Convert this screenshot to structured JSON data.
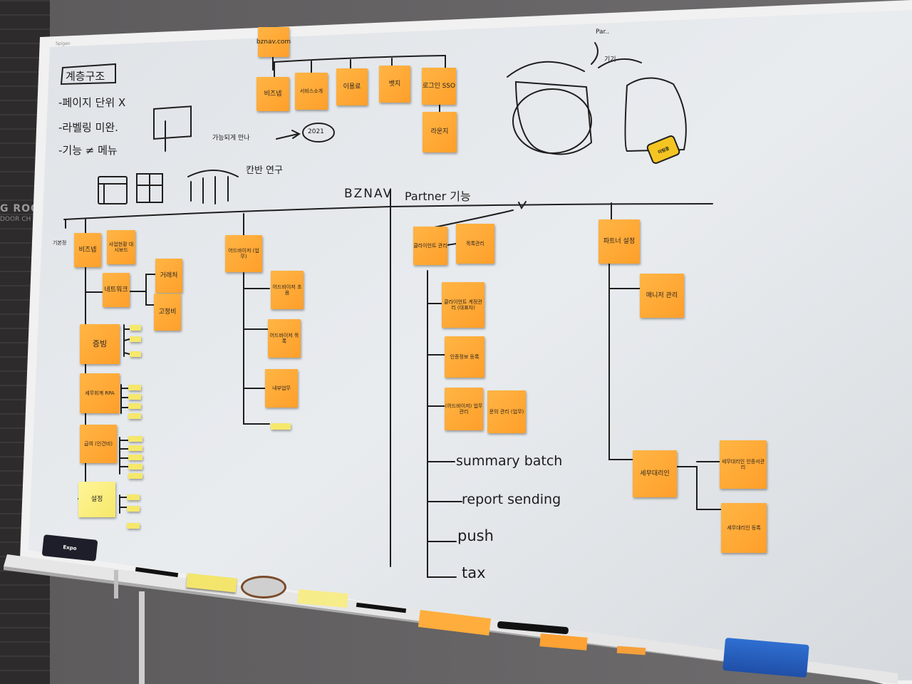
{
  "board": {
    "brand": "Spigen",
    "header_notes": {
      "top": "bznav.com",
      "row": [
        "비즈넵",
        "서비스소개",
        "이용료",
        "뱃지",
        "로그인 SSO"
      ],
      "below": "라운지"
    },
    "left_memo": {
      "title": "계층구조",
      "lines": [
        "-페이지 단위 X",
        "-라벨링 미완.",
        "-기능 ≠ 메뉴"
      ]
    },
    "mid_memo": {
      "text": "가능되게 만나",
      "circle": "2021"
    },
    "kanban_label": "칸반 연구",
    "section_bznav": "BZNAV",
    "section_partner": "Partner 기능",
    "side_label": "기기",
    "side_label2": "Par..",
    "bznav_branch": {
      "root": "비즈넵",
      "corner": "기본정",
      "sibling": "사업현황 대시보드",
      "network": "네트워크",
      "net_children": [
        "거래처",
        "고정비"
      ],
      "items": [
        "증빙",
        "세무회계 RPA",
        "급여 (인건비)",
        "설정"
      ]
    },
    "advisor_branch": {
      "root": "어드바이저 (업무)",
      "items": [
        "어드바이저 초음",
        "어드바이저 목록",
        "내부업무"
      ]
    },
    "client_branch": {
      "root": "클라이언트 관리",
      "sibling": "목록관리",
      "items": [
        "클라이언트 계정관리 (대표자)",
        "인증정보 등록",
        "(어드바이저) 업무 관리"
      ],
      "side": "문의 관리 (업무)",
      "written": [
        "summary batch",
        "report sending",
        "push",
        "tax"
      ]
    },
    "partner_branch": {
      "root": "파트너 설정",
      "items": [
        "매니저 관리"
      ],
      "tax_agent": "세무대리인",
      "tax_children": [
        "세무대리인 인증서관리",
        "세무대리인 등록"
      ]
    },
    "magnet_text": "미팅중",
    "eraser_text": "Expo"
  }
}
